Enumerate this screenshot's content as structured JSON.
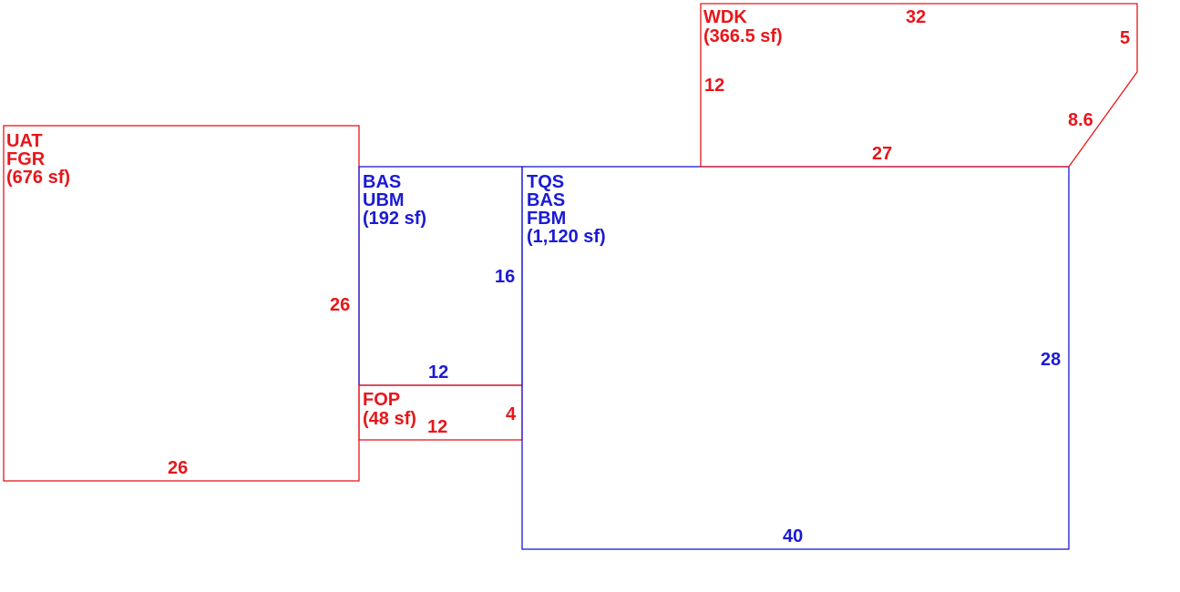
{
  "colors": {
    "red": "#e8161a",
    "blue": "#1a1ad6",
    "background": "#ffffff"
  },
  "areas": {
    "uat": {
      "code_1": "UAT",
      "code_2": "FGR",
      "area": "(676 sf)",
      "dim_right": "26",
      "dim_bottom": "26"
    },
    "bas_small": {
      "code_1": "BAS",
      "code_2": "UBM",
      "area": "(192 sf)",
      "dim_right": "16",
      "dim_bottom": "12"
    },
    "fop": {
      "code_1": "FOP",
      "area": "(48 sf)",
      "dim_right": "4",
      "dim_bottom": "12"
    },
    "tqs": {
      "code_1": "TQS",
      "code_2": "BAS",
      "code_3": "FBM",
      "area": "(1,120 sf)",
      "dim_right": "28",
      "dim_bottom": "40"
    },
    "wdk": {
      "code_1": "WDK",
      "area": "(366.5 sf)",
      "dim_top": "32",
      "dim_right": "5",
      "dim_diagonal": "8.6",
      "dim_left": "12",
      "dim_bottom": "27"
    }
  }
}
